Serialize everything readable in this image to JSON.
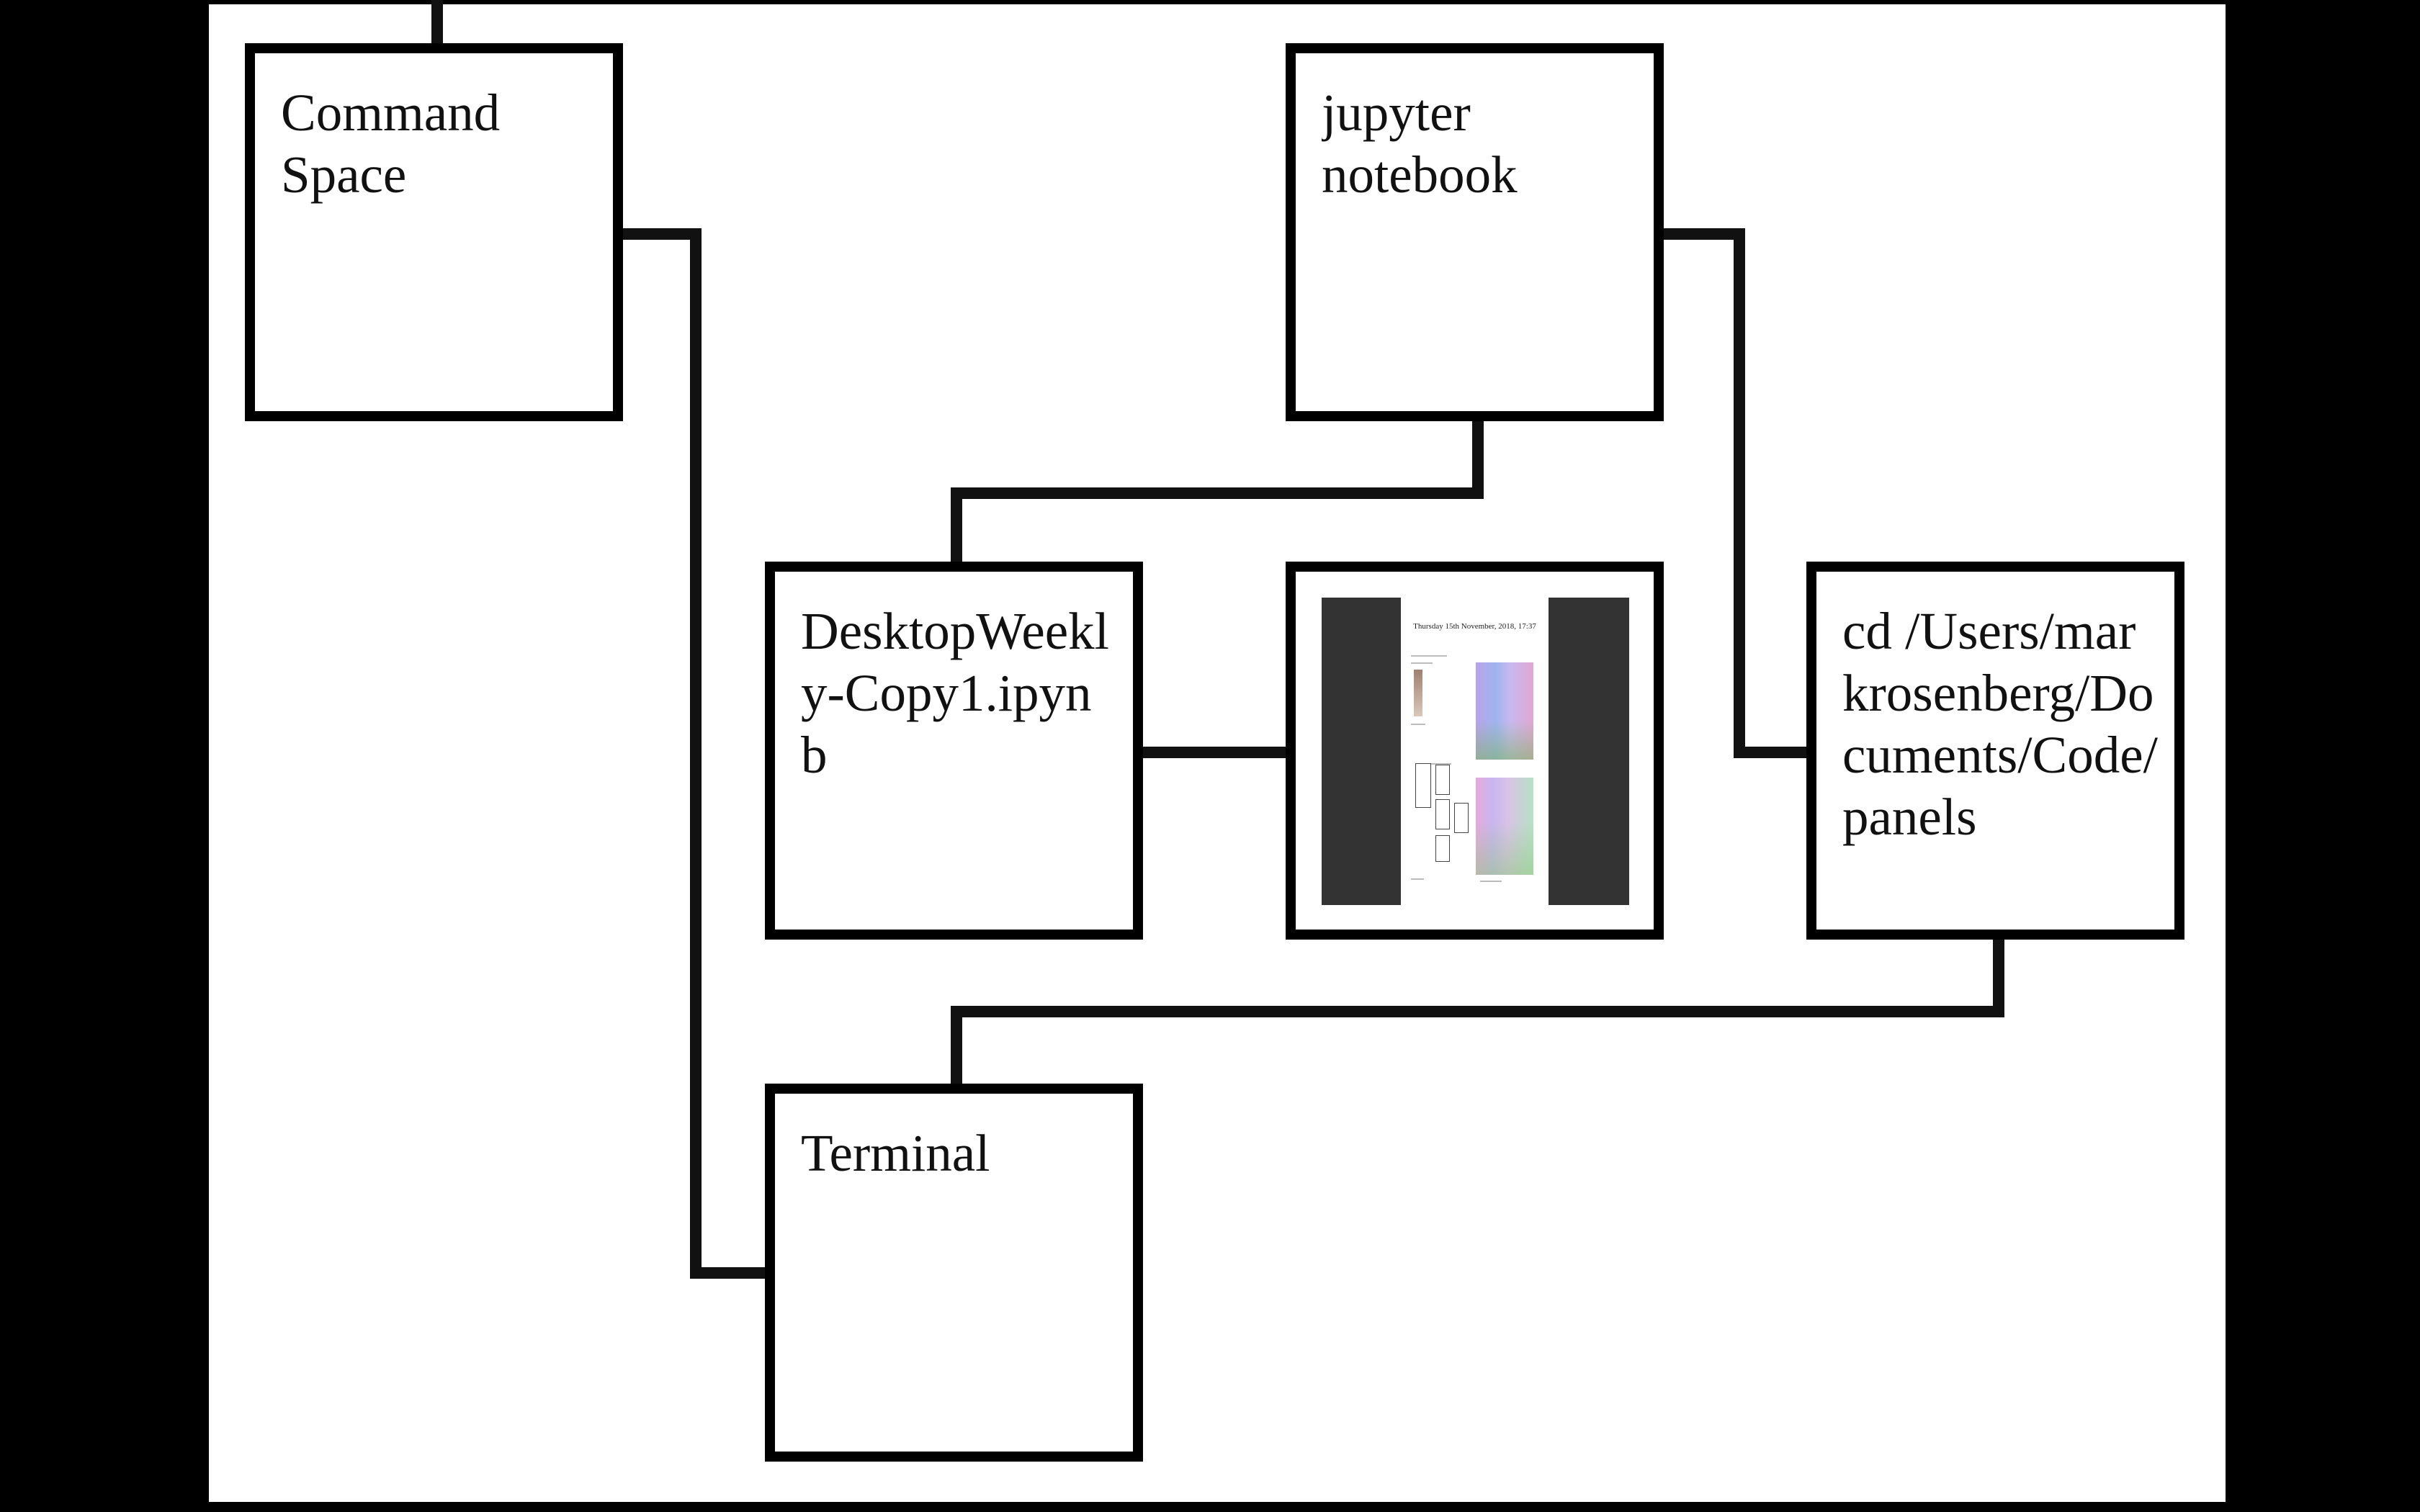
{
  "diagram": {
    "nodes": [
      {
        "id": "command-space",
        "label": "Command Space"
      },
      {
        "id": "jupyter-notebook",
        "label": "jupyter notebook"
      },
      {
        "id": "notebook-file",
        "label": "DesktopWeekly-Copy1.ipynb"
      },
      {
        "id": "notebook-preview",
        "label": "",
        "preview": {
          "heading": "Thursday 15th November, 2018, 17:37"
        }
      },
      {
        "id": "cd-path",
        "label": "cd /Users/markrosenberg/Documents/Code/panels"
      },
      {
        "id": "terminal",
        "label": "Terminal"
      }
    ],
    "edges": [
      {
        "from": "command-space",
        "to": "terminal"
      },
      {
        "from": "jupyter-notebook",
        "to": "notebook-file"
      },
      {
        "from": "jupyter-notebook",
        "to": "cd-path"
      },
      {
        "from": "notebook-file",
        "to": "notebook-preview"
      },
      {
        "from": "cd-path",
        "to": "terminal"
      }
    ]
  },
  "colors": {
    "background": "#000000",
    "canvas": "#ffffff",
    "stroke": "#000000",
    "connector": "#111111",
    "text": "#111111",
    "preview_backdrop": "#333333"
  }
}
